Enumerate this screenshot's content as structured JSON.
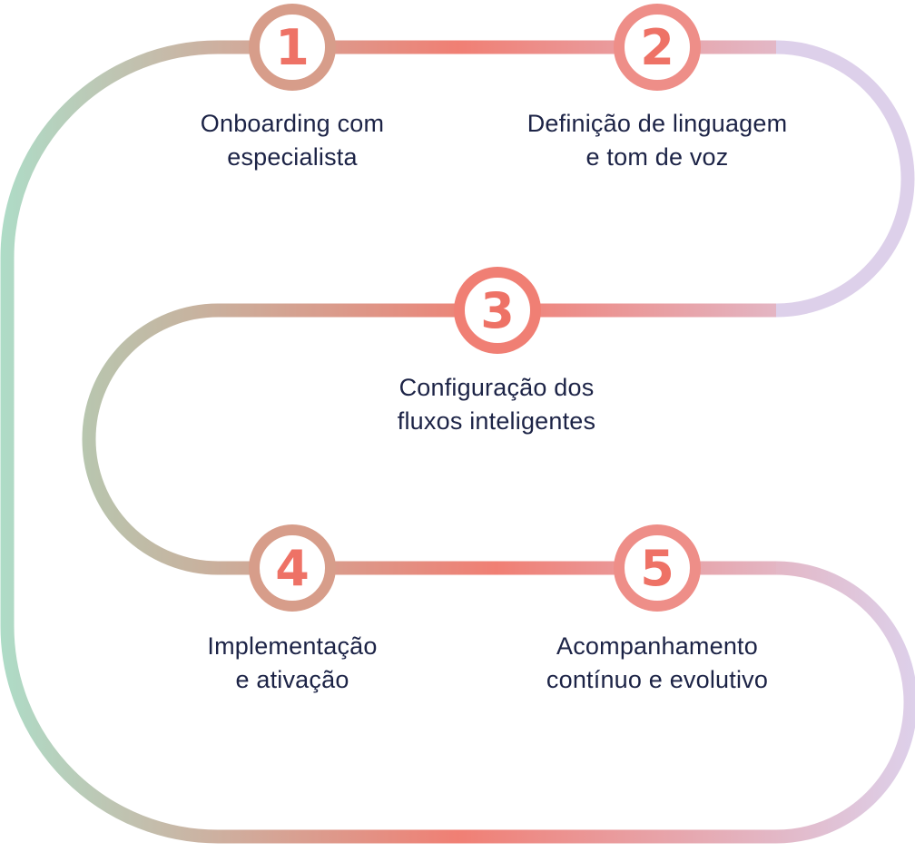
{
  "colors": {
    "mint": "#aedcc7",
    "coral": "#f07f74",
    "lavender": "#ddd0ea",
    "text": "#1c2346",
    "number": "#ee7266",
    "circle_fill": "#ffffff"
  },
  "steps": [
    {
      "number": "1",
      "line1": "Onboarding com",
      "line2": "especialista"
    },
    {
      "number": "2",
      "line1": "Definição de linguagem",
      "line2": "e tom de voz"
    },
    {
      "number": "3",
      "line1": "Configuração dos",
      "line2": "fluxos inteligentes"
    },
    {
      "number": "4",
      "line1": "Implementação",
      "line2": "e ativação"
    },
    {
      "number": "5",
      "line1": "Acompanhamento",
      "line2": "contínuo e evolutivo"
    }
  ]
}
